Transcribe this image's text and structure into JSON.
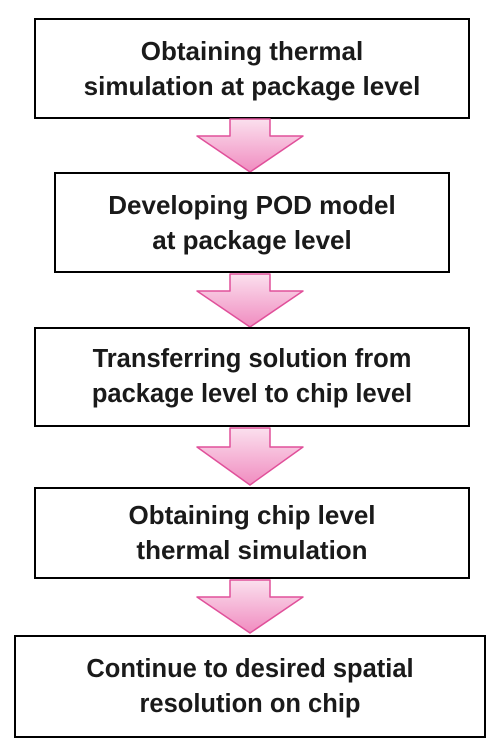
{
  "steps": [
    {
      "label": "Obtaining thermal\nsimulation at package level"
    },
    {
      "label": "Developing POD model\nat package level"
    },
    {
      "label": "Transferring solution from\npackage level to chip level"
    },
    {
      "label": "Obtaining chip level\nthermal simulation"
    },
    {
      "label": "Continue to desired spatial\nresolution on chip"
    }
  ],
  "colors": {
    "arrow_fill_light": "#fbe0ee",
    "arrow_fill_dark": "#f08cc0",
    "arrow_stroke": "#e0509a",
    "box_border": "#000000",
    "text": "#1a1a1a"
  }
}
